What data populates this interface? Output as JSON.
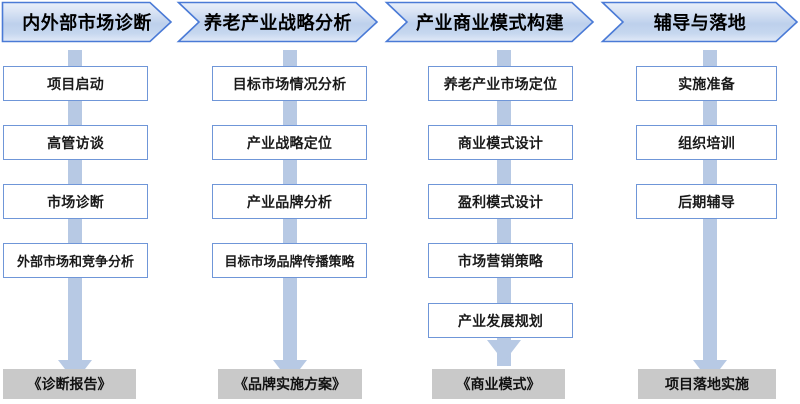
{
  "diagram": {
    "title_icon": "process-flow-diagram",
    "colors": {
      "chevron_fill_light": "#eaf0fa",
      "chevron_fill_mid": "#bdd0ec",
      "chevron_border": "#4a7ad6",
      "box_border": "#6f96d8",
      "box_fill": "#ffffff",
      "flow_bar": "#b7c9e4",
      "output_fill": "#c9c9c9",
      "text": "#000000",
      "background": "#ffffff"
    }
  },
  "phases": [
    {
      "header": "内外部市场诊断",
      "steps": [
        "项目启动",
        "高管访谈",
        "市场诊断",
        "外部市场和竞争分析"
      ],
      "output": "《诊断报告》"
    },
    {
      "header": "养老产业战略分析",
      "steps": [
        "目标市场情况分析",
        "产业战略定位",
        "产业品牌分析",
        "目标市场品牌传播策略"
      ],
      "output": "《品牌实施方案》"
    },
    {
      "header": "产业商业模式构建",
      "steps": [
        "养老产业市场定位",
        "商业模式设计",
        "盈利模式设计",
        "市场营销策略",
        "产业发展规划"
      ],
      "output": "《商业模式》"
    },
    {
      "header": "辅导与落地",
      "steps": [
        "实施准备",
        "组织培训",
        "后期辅导"
      ],
      "output": "项目落地实施"
    }
  ]
}
